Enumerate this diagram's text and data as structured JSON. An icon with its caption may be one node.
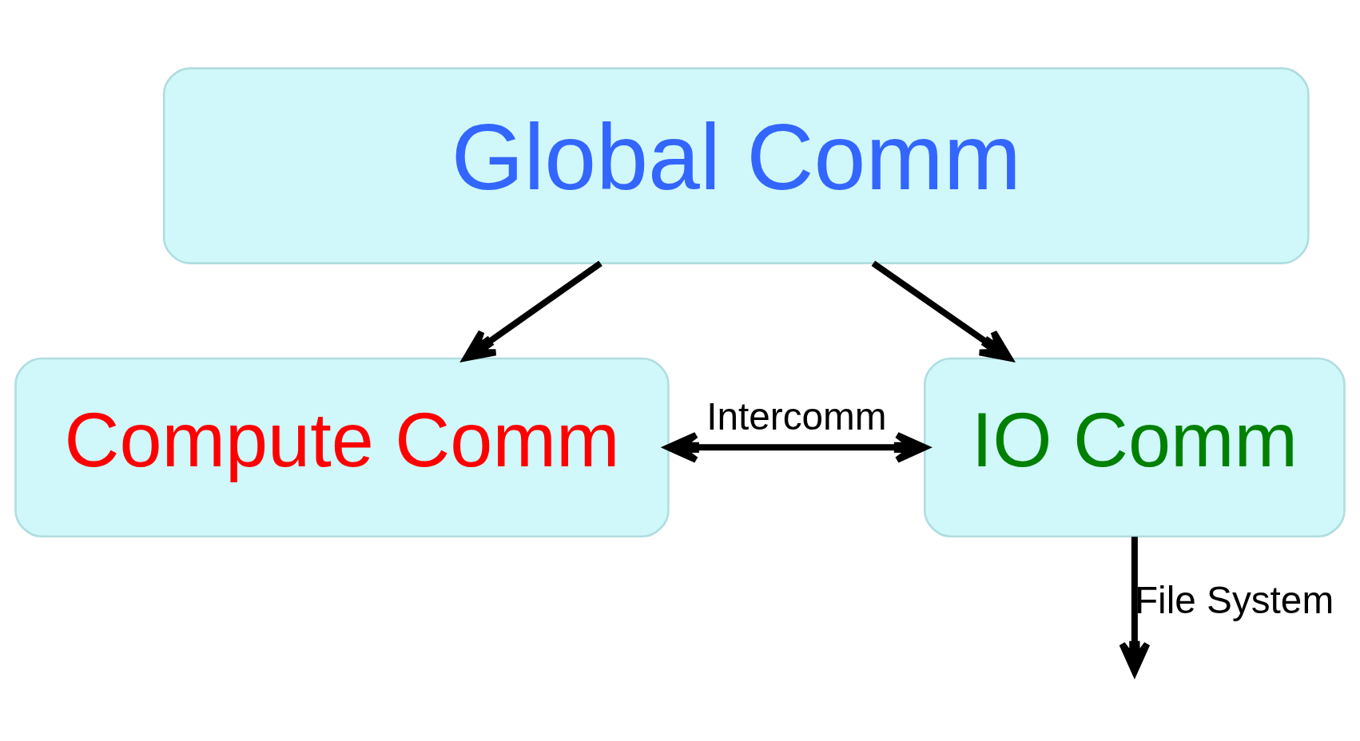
{
  "diagram": {
    "nodes": [
      {
        "text": [
          "Global Comm"
        ]
      },
      {
        "text": [
          "Compute Comm"
        ]
      },
      {
        "text": [
          "IO Comm"
        ]
      }
    ],
    "edges": [
      {
        "from": 0,
        "to": 1,
        "arrow": "to"
      },
      {
        "from": 0,
        "to": 2,
        "arrow": "to"
      },
      {
        "from": 1,
        "to": 2,
        "arrow": "both",
        "label": "Intercomm"
      },
      {
        "from": 2,
        "to": null,
        "arrow": "to",
        "label": "File System"
      }
    ]
  }
}
